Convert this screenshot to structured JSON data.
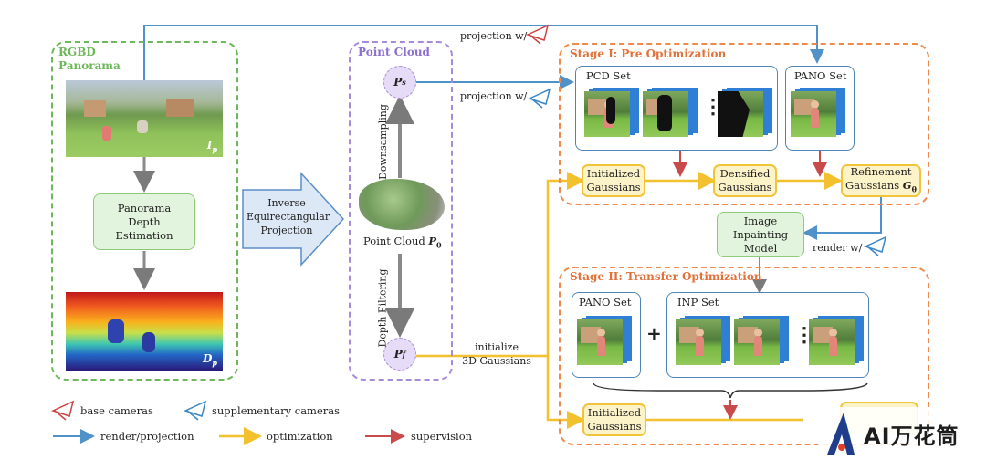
{
  "sections": {
    "rgbd": "RGBD\nPanorama",
    "point_cloud": "Point Cloud",
    "stage1": "Stage I: Pre Optimization",
    "stage2": "Stage II: Transfer Optimization"
  },
  "nodes": {
    "depth_estimation": "Panorama\nDepth\nEstimation",
    "inverse_proj": "Inverse\nEquirectangular\nProjection",
    "image_inpainting": "Image\nInpainting\nModel",
    "initialized_gaussians_1": "Initialized\nGaussians",
    "densified_gaussians": "Densified\nGaussians",
    "refinement_gaussians": "Refinement\nGaussians",
    "refinement_symbol": "G",
    "refinement_sub": "θ",
    "initialized_gaussians_2": "Initialized\nGaussians"
  },
  "symbols": {
    "ip_main": "I",
    "ip_sub": "p",
    "dp_main": "D",
    "dp_sub": "p",
    "ps_main": "P",
    "ps_sub": "s",
    "pf_main": "P",
    "pf_sub": "f",
    "p0_label": "Point Cloud",
    "p0_main": "P",
    "p0_sub": "0"
  },
  "sets": {
    "pcd": "PCD Set",
    "pano1": "PANO Set",
    "pano2": "PANO Set",
    "inp": "INP Set",
    "plus": "+",
    "ellipsis": "⋮"
  },
  "edge_labels": {
    "proj_base": "projection w/",
    "proj_supp": "projection w/",
    "downsampling": "Downsampling",
    "depth_filtering": "Depth Filtering",
    "initialize": "initialize\n3D Gaussians",
    "render": "render w/"
  },
  "legend": {
    "base_cameras": "base cameras",
    "supp_cameras": "supplementary cameras",
    "render_projection": "render/projection",
    "optimization": "optimization",
    "supervision": "supervision"
  },
  "watermark": "AI万花筒",
  "colors": {
    "blue": "#4f92c9",
    "yellow": "#f3c02e",
    "red": "#c94a4a",
    "gray": "#8a8a8a"
  }
}
